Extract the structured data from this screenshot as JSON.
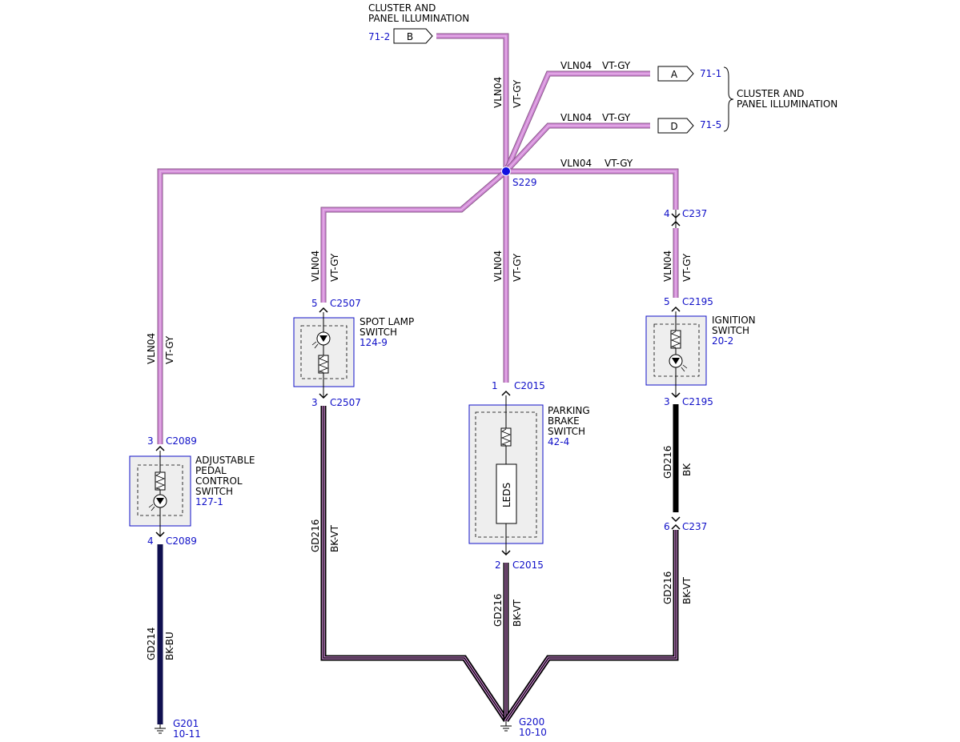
{
  "colors": {
    "vt_gy_outer": "#8a5a8a",
    "vt_gy_inner": "#d28ad8",
    "vt_gy_mid": "#e8b8ea",
    "bk": "#000000",
    "bk_vt_inner": "#d28ad8",
    "bk_bu": "#101050",
    "ref_blue": "#1010c8",
    "component_border": "#1010c8",
    "component_fill": "#eeeeee"
  },
  "top_connector": {
    "label_line1": "CLUSTER AND",
    "label_line2": "PANEL ILLUMINATION",
    "ref": "71-2",
    "pin": "B"
  },
  "right_connectors": {
    "a": {
      "pin": "A",
      "ref": "71-1",
      "circuit": "VLN04",
      "color": "VT-GY"
    },
    "d": {
      "pin": "D",
      "ref": "71-5",
      "circuit": "VLN04",
      "color": "VT-GY"
    },
    "label_line1": "CLUSTER AND",
    "label_line2": "PANEL ILLUMINATION"
  },
  "splice": {
    "name": "S229"
  },
  "vertical_top_wire": {
    "circuit": "VLN04",
    "color": "VT-GY"
  },
  "right_branch": {
    "circuit": "VLN04",
    "color": "VT-GY"
  },
  "wires": {
    "left": {
      "circuit": "VLN04",
      "color": "VT-GY"
    },
    "spot": {
      "circuit": "VLN04",
      "color": "VT-GY"
    },
    "center": {
      "circuit": "VLN04",
      "color": "VT-GY"
    },
    "ign": {
      "circuit": "VLN04",
      "color": "VT-GY"
    },
    "pedal_ground": {
      "circuit": "GD214",
      "color": "BK-BU"
    },
    "spot_ground": {
      "circuit": "GD216",
      "color": "BK-VT"
    },
    "parking_ground": {
      "circuit": "GD216",
      "color": "BK-VT"
    },
    "ign_ground_upper": {
      "circuit": "GD216",
      "color": "BK"
    },
    "ign_ground_lower": {
      "circuit": "GD216",
      "color": "BK-VT"
    }
  },
  "components": {
    "pedal": {
      "title_lines": [
        "ADJUSTABLE",
        "PEDAL",
        "CONTROL",
        "SWITCH"
      ],
      "ref": "127-1",
      "top_pin": "3",
      "top_conn": "C2089",
      "bot_pin": "4",
      "bot_conn": "C2089"
    },
    "spot": {
      "title_lines": [
        "SPOT LAMP",
        "SWITCH"
      ],
      "ref": "124-9",
      "top_pin": "5",
      "top_conn": "C2507",
      "bot_pin": "3",
      "bot_conn": "C2507"
    },
    "parking": {
      "title_lines": [
        "PARKING",
        "BRAKE",
        "SWITCH"
      ],
      "ref": "42-4",
      "inner_label": "LEDS",
      "top_pin": "1",
      "top_conn": "C2015",
      "bot_pin": "2",
      "bot_conn": "C2015"
    },
    "ignition": {
      "title_lines": [
        "IGNITION",
        "SWITCH"
      ],
      "ref": "20-2",
      "top_pin": "5",
      "top_conn": "C2195",
      "bot_pin": "3",
      "bot_conn": "C2195",
      "inline_top_pin": "4",
      "inline_top_conn": "C237",
      "inline_bot_pin": "6",
      "inline_bot_conn": "C237"
    }
  },
  "grounds": {
    "g201": {
      "name": "G201",
      "ref": "10-11"
    },
    "g200": {
      "name": "G200",
      "ref": "10-10"
    }
  }
}
